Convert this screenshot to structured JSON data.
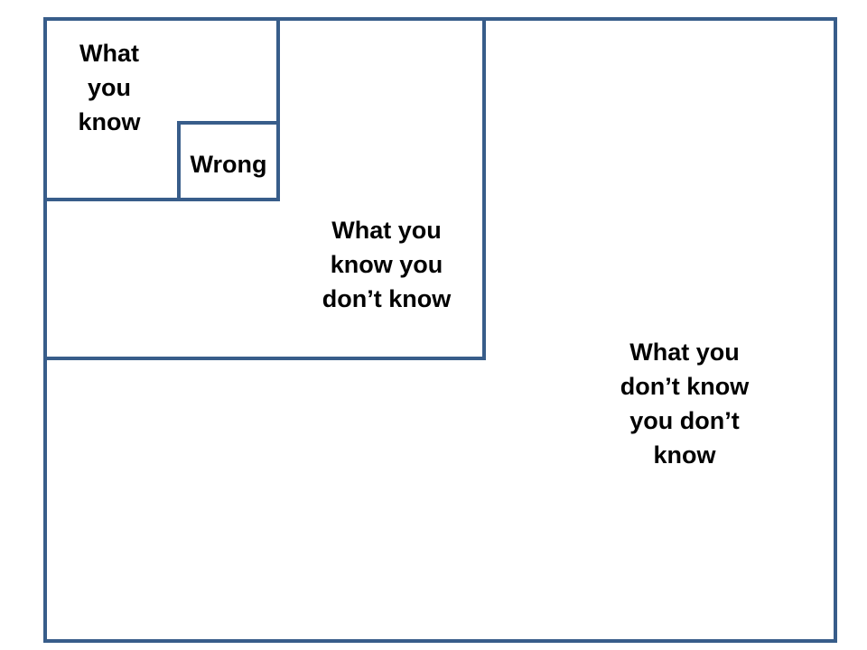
{
  "diagram": {
    "colors": {
      "border": "#385D8A",
      "text": "#000000",
      "background": "#FFFFFF"
    },
    "boxes": {
      "known": {
        "label": "What\nyou\nknow"
      },
      "wrong": {
        "label": "Wrong"
      },
      "known_unknown": {
        "label": "What you\nknow you\ndon’t know"
      },
      "unknown_unknown": {
        "label": "What you\ndon’t know\nyou don’t\nknow"
      }
    }
  }
}
